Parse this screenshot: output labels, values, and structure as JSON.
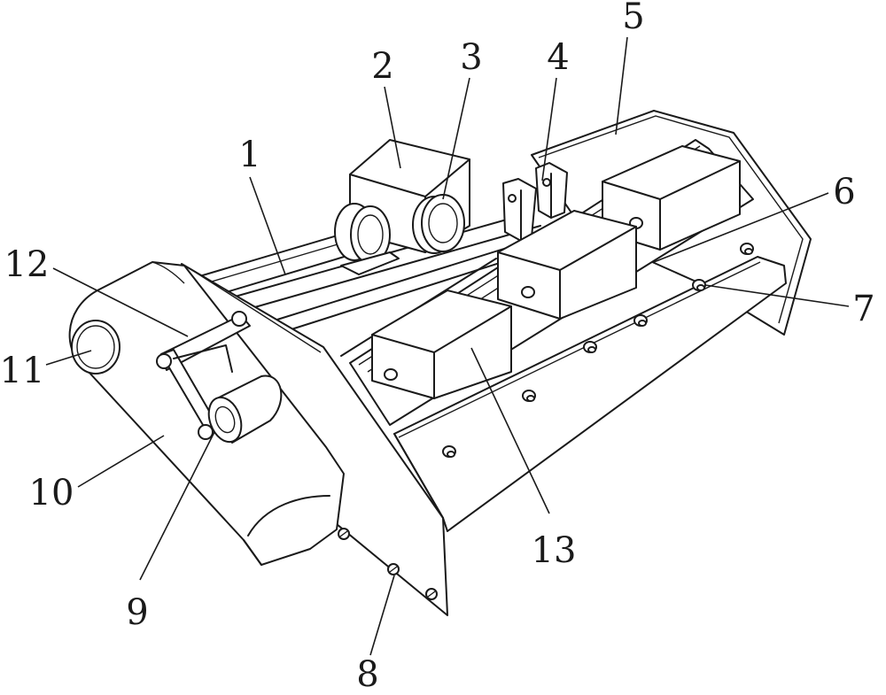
{
  "figure": {
    "labels": {
      "l1": "1",
      "l2": "2",
      "l3": "3",
      "l4": "4",
      "l5": "5",
      "l6": "6",
      "l7": "7",
      "l8": "8",
      "l9": "9",
      "l10": "10",
      "l11": "11",
      "l12": "12",
      "l13": "13"
    }
  }
}
